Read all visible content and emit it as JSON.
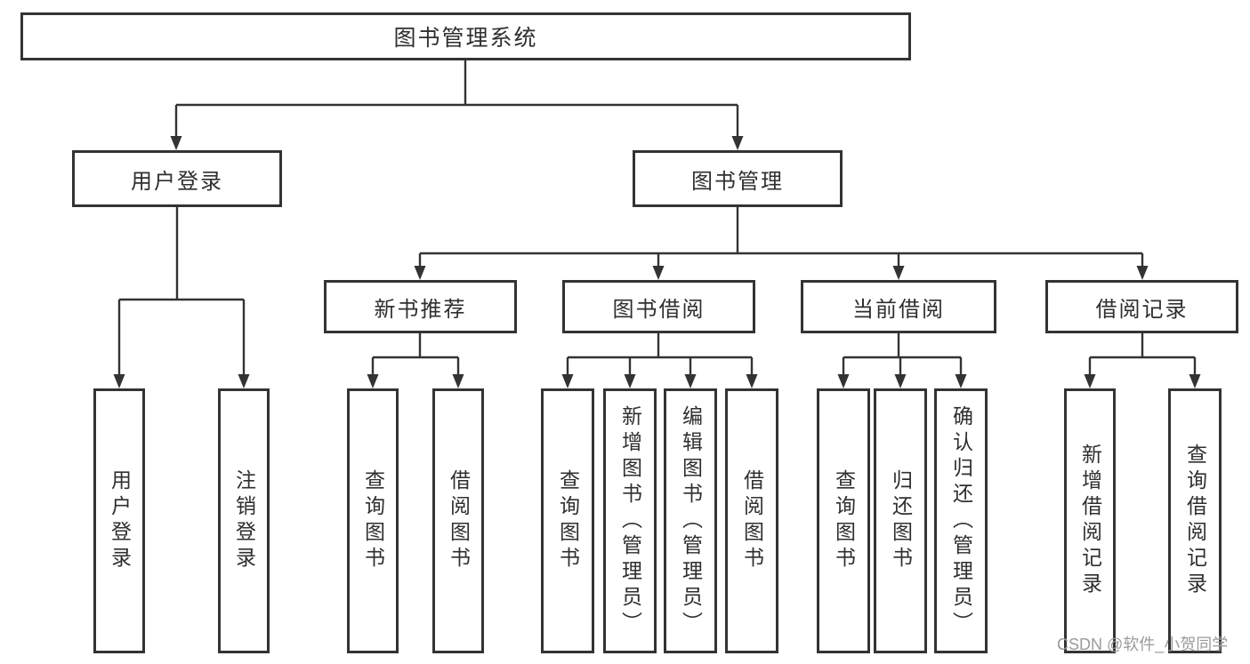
{
  "title": "图书管理系统",
  "watermark": "CSDN @软件_小贺同学",
  "colors": {
    "line": "#333333",
    "box_border": "#333333",
    "text": "#2f2f2f",
    "watermark": "#9b9b9b",
    "background": "#ffffff"
  },
  "level2": {
    "user_login": "用户登录",
    "book_mgmt": "图书管理"
  },
  "level3": {
    "new_books": "新书推荐",
    "borrowing": "图书借阅",
    "current": "当前借阅",
    "records": "借阅记录"
  },
  "leaves": {
    "user": [
      "用户登录",
      "注销登录"
    ],
    "new_books": [
      "查询图书",
      "借阅图书"
    ],
    "borrowing": [
      "查询图书",
      "新增图书（管理员）",
      "编辑图书（管理员）",
      "借阅图书"
    ],
    "current": [
      "查询图书",
      "归还图书",
      "确认归还（管理员）"
    ],
    "records": [
      "新增借阅记录",
      "查询借阅记录"
    ]
  }
}
